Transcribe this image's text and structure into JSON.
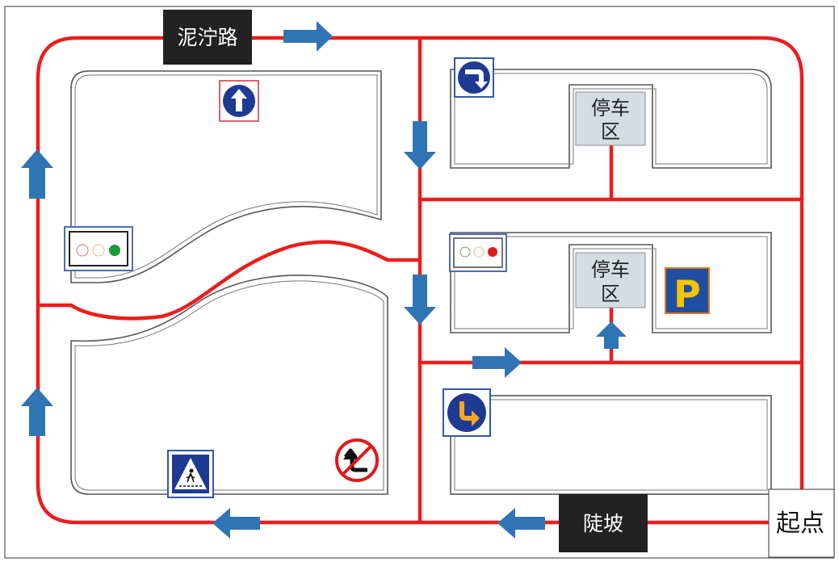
{
  "diagram": {
    "labels": {
      "road_name": "泥泞路",
      "slope": "陡坡",
      "start": "起点",
      "parking_zone_line1": "停车",
      "parking_zone_line2": "区",
      "parking_zone2_line1": "停车",
      "parking_zone2_line2": "区",
      "parking_sign": "P"
    },
    "colors": {
      "road": "#ee1c1c",
      "arrow": "#2f74b5",
      "label_box": "#222222",
      "parking_box": "#d6dce4",
      "sign_blue": "#1f3a93",
      "parking_sign_blue": "#1f4fa0",
      "parking_sign_yellow": "#f5c400"
    },
    "signs": {
      "go_straight": "go-straight-sign-icon",
      "turn_right_down": "turn-right-sign-icon",
      "traffic_light_green": "traffic-light-green-icon",
      "traffic_light_red": "traffic-light-red-icon",
      "keep_right": "keep-right-sign-icon",
      "pedestrian_crossing": "pedestrian-crossing-sign-icon",
      "no_u_turn": "no-u-turn-sign-icon",
      "parking": "parking-sign-icon"
    }
  }
}
